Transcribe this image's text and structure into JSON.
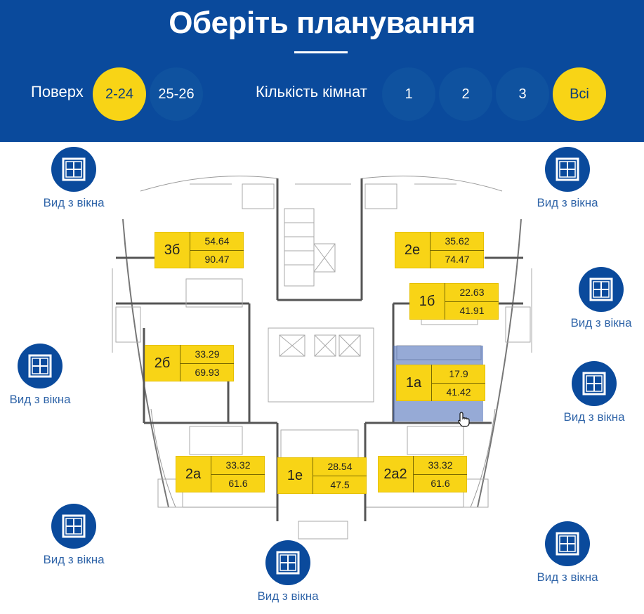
{
  "header": {
    "title": "Оберіть планування",
    "floor_label": "Поверх",
    "floors": [
      {
        "label": "2-24",
        "active": true
      },
      {
        "label": "25-26",
        "active": false
      }
    ],
    "rooms_label": "Кількість кімнат",
    "rooms": [
      {
        "label": "1",
        "active": false
      },
      {
        "label": "2",
        "active": false
      },
      {
        "label": "3",
        "active": false
      },
      {
        "label": "Всі",
        "active": true
      }
    ]
  },
  "views": {
    "label": "Вид з вікна"
  },
  "units": [
    {
      "code": "3б",
      "area1": "54.64",
      "area2": "90.47"
    },
    {
      "code": "2е",
      "area1": "35.62",
      "area2": "74.47"
    },
    {
      "code": "1б",
      "area1": "22.63",
      "area2": "41.91"
    },
    {
      "code": "2б",
      "area1": "33.29",
      "area2": "69.93"
    },
    {
      "code": "1а",
      "area1": "17.9",
      "area2": "41.42"
    },
    {
      "code": "2а",
      "area1": "33.32",
      "area2": "61.6"
    },
    {
      "code": "1е",
      "area1": "28.54",
      "area2": "47.5"
    },
    {
      "code": "2а2",
      "area1": "33.32",
      "area2": "61.6"
    }
  ],
  "colors": {
    "brand_blue": "#0a4a9c",
    "accent_yellow": "#f8d416",
    "selected_unit_overlay": "#4064b4"
  },
  "icons": {
    "window": "window-icon",
    "cursor": "hand-pointer-icon"
  }
}
